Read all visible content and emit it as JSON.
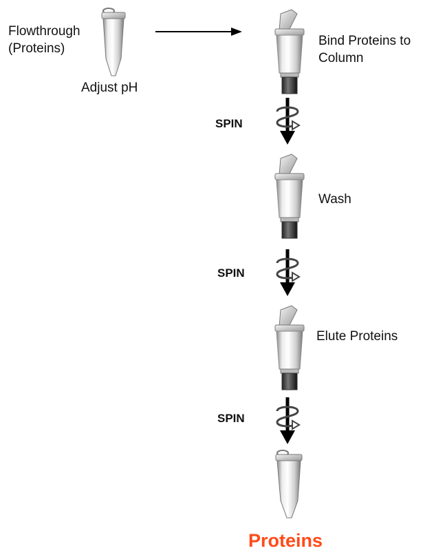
{
  "labels": {
    "flowthrough": "Flowthrough",
    "proteins_paren": "(Proteins)",
    "adjust_ph": "Adjust pH",
    "bind_line1": "Bind Proteins to",
    "bind_line2": "Column",
    "wash": "Wash",
    "elute": "Elute Proteins",
    "spin_1": "SPIN",
    "spin_2": "SPIN",
    "spin_3": "SPIN",
    "result": "Proteins"
  },
  "colors": {
    "result": "#ff4a1a",
    "text": "#111111",
    "arrow": "#000000"
  }
}
